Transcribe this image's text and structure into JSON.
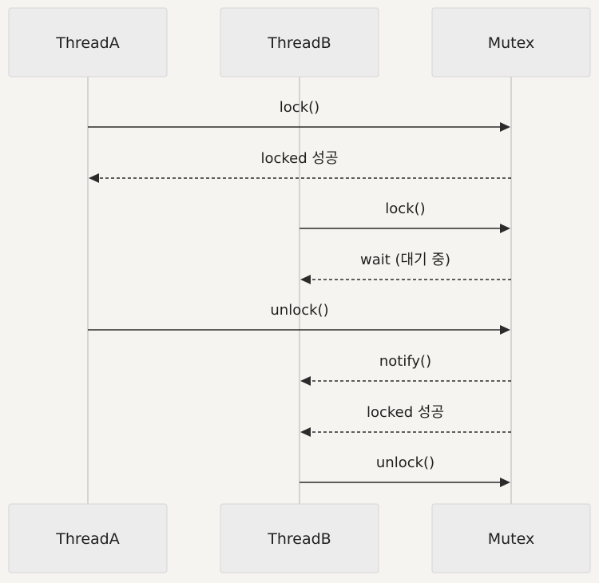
{
  "participants": [
    {
      "id": "threadA",
      "label": "ThreadA"
    },
    {
      "id": "threadB",
      "label": "ThreadB"
    },
    {
      "id": "mutex",
      "label": "Mutex"
    }
  ],
  "messages": [
    {
      "from": "threadA",
      "to": "mutex",
      "label": "lock()",
      "style": "solid"
    },
    {
      "from": "mutex",
      "to": "threadA",
      "label": "locked 성공",
      "style": "dashed"
    },
    {
      "from": "threadB",
      "to": "mutex",
      "label": "lock()",
      "style": "solid"
    },
    {
      "from": "mutex",
      "to": "threadB",
      "label": "wait (대기 중)",
      "style": "dashed"
    },
    {
      "from": "threadA",
      "to": "mutex",
      "label": "unlock()",
      "style": "solid"
    },
    {
      "from": "mutex",
      "to": "threadB",
      "label": "notify()",
      "style": "dashed"
    },
    {
      "from": "mutex",
      "to": "threadB",
      "label": "locked 성공",
      "style": "dashed"
    },
    {
      "from": "threadB",
      "to": "mutex",
      "label": "unlock()",
      "style": "solid"
    }
  ]
}
